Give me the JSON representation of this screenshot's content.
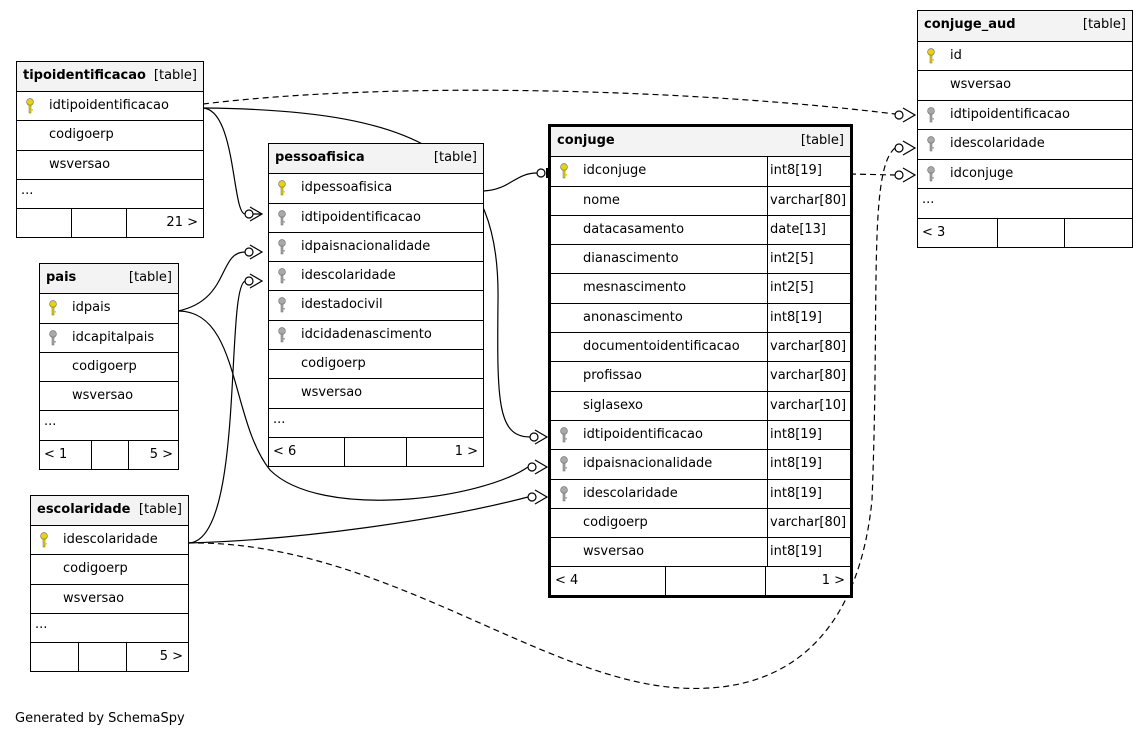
{
  "credit": "Generated by SchemaSpy",
  "tables": [
    {
      "id": "tipoidentificacao",
      "name": "tipoidentificacao",
      "tag": "[table]",
      "columns": [
        {
          "name": "idtipoidentificacao",
          "key": "primary"
        },
        {
          "name": "codigoerp",
          "key": "none"
        },
        {
          "name": "wsversao",
          "key": "none"
        }
      ],
      "ellipsis": "...",
      "footer": [
        "",
        "",
        "21 >"
      ]
    },
    {
      "id": "pais",
      "name": "pais",
      "tag": "[table]",
      "columns": [
        {
          "name": "idpais",
          "key": "primary"
        },
        {
          "name": "idcapitalpais",
          "key": "foreign"
        },
        {
          "name": "codigoerp",
          "key": "none"
        },
        {
          "name": "wsversao",
          "key": "none"
        }
      ],
      "ellipsis": "...",
      "footer": [
        "< 1",
        "",
        "5 >"
      ]
    },
    {
      "id": "escolaridade",
      "name": "escolaridade",
      "tag": "[table]",
      "columns": [
        {
          "name": "idescolaridade",
          "key": "primary"
        },
        {
          "name": "codigoerp",
          "key": "none"
        },
        {
          "name": "wsversao",
          "key": "none"
        }
      ],
      "ellipsis": "...",
      "footer": [
        "",
        "",
        "5 >"
      ]
    },
    {
      "id": "pessoafisica",
      "name": "pessoafisica",
      "tag": "[table]",
      "columns": [
        {
          "name": "idpessoafisica",
          "key": "primary"
        },
        {
          "name": "idtipoidentificacao",
          "key": "foreign"
        },
        {
          "name": "idpaisnacionalidade",
          "key": "foreign"
        },
        {
          "name": "idescolaridade",
          "key": "foreign"
        },
        {
          "name": "idestadocivil",
          "key": "foreign"
        },
        {
          "name": "idcidadenascimento",
          "key": "foreign"
        },
        {
          "name": "codigoerp",
          "key": "none"
        },
        {
          "name": "wsversao",
          "key": "none"
        }
      ],
      "ellipsis": "...",
      "footer": [
        "< 6",
        "",
        "1 >"
      ]
    },
    {
      "id": "conjuge",
      "name": "conjuge",
      "tag": "[table]",
      "columns": [
        {
          "name": "idconjuge",
          "key": "primary",
          "type": "int8[19]"
        },
        {
          "name": "nome",
          "key": "none",
          "type": "varchar[80]"
        },
        {
          "name": "datacasamento",
          "key": "none",
          "type": "date[13]"
        },
        {
          "name": "dianascimento",
          "key": "none",
          "type": "int2[5]"
        },
        {
          "name": "mesnascimento",
          "key": "none",
          "type": "int2[5]"
        },
        {
          "name": "anonascimento",
          "key": "none",
          "type": "int8[19]"
        },
        {
          "name": "documentoidentificacao",
          "key": "none",
          "type": "varchar[80]"
        },
        {
          "name": "profissao",
          "key": "none",
          "type": "varchar[80]"
        },
        {
          "name": "siglasexo",
          "key": "none",
          "type": "varchar[10]"
        },
        {
          "name": "idtipoidentificacao",
          "key": "foreign",
          "type": "int8[19]"
        },
        {
          "name": "idpaisnacionalidade",
          "key": "foreign",
          "type": "int8[19]"
        },
        {
          "name": "idescolaridade",
          "key": "foreign",
          "type": "int8[19]"
        },
        {
          "name": "codigoerp",
          "key": "none",
          "type": "varchar[80]"
        },
        {
          "name": "wsversao",
          "key": "none",
          "type": "int8[19]"
        }
      ],
      "ellipsis": "",
      "footer": [
        "< 4",
        "",
        "1 >"
      ]
    },
    {
      "id": "conjuge_aud",
      "name": "conjuge_aud",
      "tag": "[table]",
      "columns": [
        {
          "name": "id",
          "key": "primary"
        },
        {
          "name": "wsversao",
          "key": "none"
        },
        {
          "name": "idtipoidentificacao",
          "key": "foreign"
        },
        {
          "name": "idescolaridade",
          "key": "foreign"
        },
        {
          "name": "idconjuge",
          "key": "foreign"
        }
      ],
      "ellipsis": "...",
      "footer": [
        "< 3",
        "",
        ""
      ]
    }
  ],
  "colors": {
    "primary_key": "#e8d400",
    "foreign_key": "#a9a9a9",
    "header_bg": "#f3f3f3",
    "line": "#000000"
  }
}
